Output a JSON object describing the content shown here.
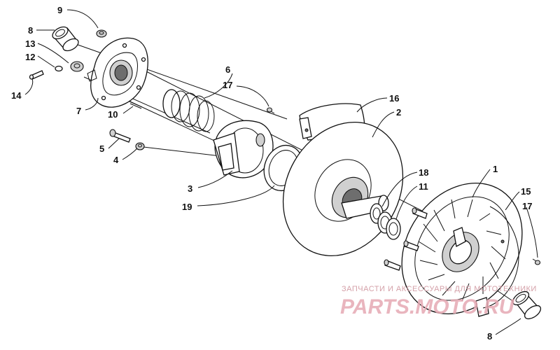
{
  "callouts": {
    "n1": "1",
    "n2": "2",
    "n3": "3",
    "n4": "4",
    "n5": "5",
    "n6": "6",
    "n7": "7",
    "n8a": "8",
    "n8b": "8",
    "n9": "9",
    "n10": "10",
    "n11": "11",
    "n12": "12",
    "n13": "13",
    "n14": "14",
    "n15": "15",
    "n16": "16",
    "n17a": "17",
    "n17b": "17",
    "n18": "18",
    "n19": "19"
  },
  "watermark": {
    "tagline": "ЗАПЧАСТИ И АКСЕССУАРЫ ДЛЯ МОТОТЕХНИКИ",
    "brand": "PARTS.MOTO.RU"
  },
  "colors": {
    "line": "#111111",
    "watermark": "#e6a9b3"
  }
}
